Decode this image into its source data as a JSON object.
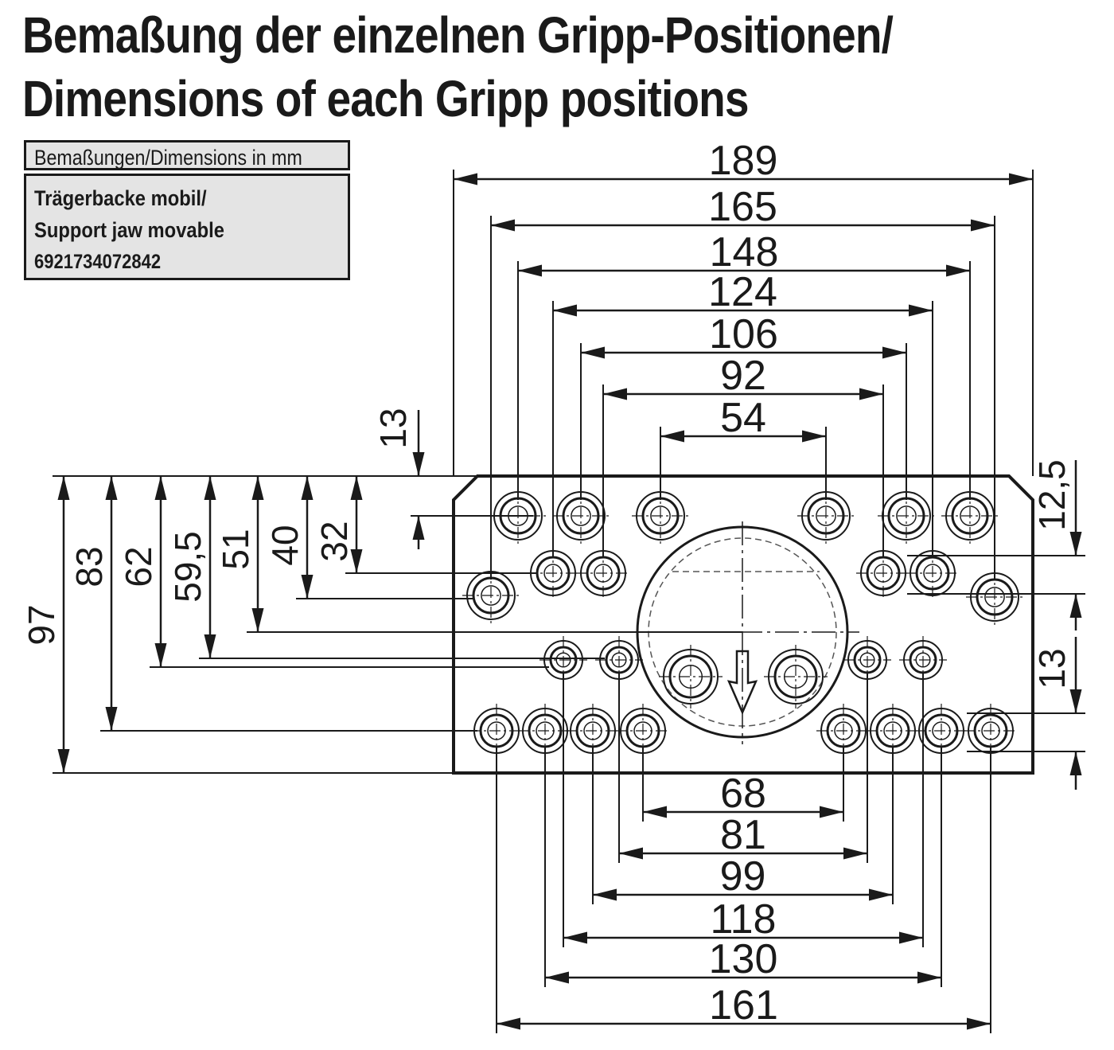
{
  "title_line1": "Bemaßung der einzelnen Gripp-Positionen/",
  "title_line2": "Dimensions of each Gripp positions",
  "units_label": "Bemaßungen/Dimensions in mm",
  "part_line1": "Trägerbacke mobil/",
  "part_line2": "Support jaw movable",
  "part_number": "6921734072842",
  "dims_top": [
    "189",
    "165",
    "148",
    "124",
    "106",
    "92",
    "54"
  ],
  "dims_bottom": [
    "68",
    "81",
    "99",
    "118",
    "130",
    "161"
  ],
  "dims_left": [
    "97",
    "83",
    "62",
    "59,5",
    "51",
    "40",
    "32",
    "13"
  ],
  "dims_right": [
    "12,5",
    "13"
  ]
}
